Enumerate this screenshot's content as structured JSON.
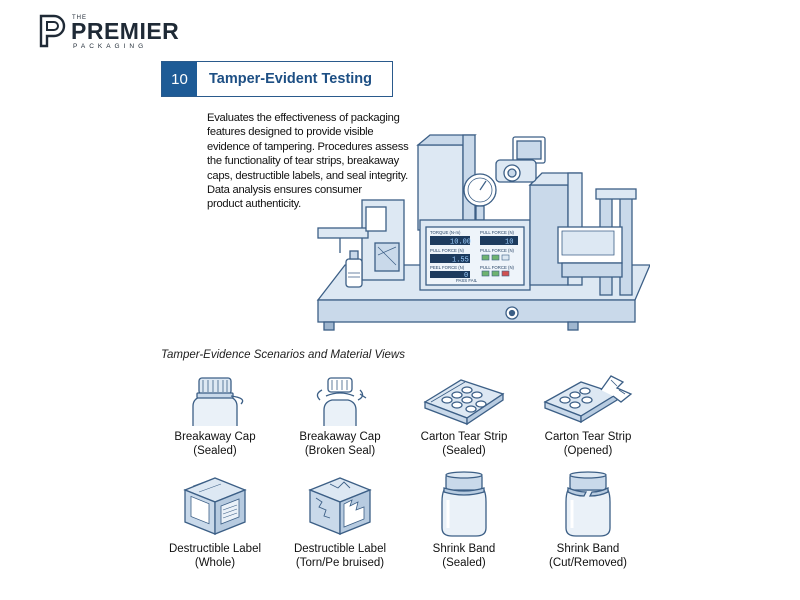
{
  "brand": {
    "small": "THE",
    "name": "PREMIER",
    "sub": "PACKAGING"
  },
  "header": {
    "number": "10",
    "title": "Tamper-Evident Testing"
  },
  "description": [
    "Evaluates the effectiveness of packaging",
    "features designed to provide visible",
    "evidence of tampering. Procedures assess",
    "the functionality of tear strips, breakaway",
    "caps, destructible labels, and seal integrity.",
    "Data analysis ensures consumer",
    "product authenticity."
  ],
  "machine": {
    "panel_labels": [
      "TORQUE (N-m)",
      "PULL FORCE (N)",
      "PULL FORCE (N)",
      "PULL FORCE (N)",
      "PEEL FORCE (N)",
      "PULL FORCE (N)"
    ],
    "readouts": [
      "10.00",
      "10",
      "1.55",
      "0"
    ],
    "footer": "PASS FAIL"
  },
  "section_title": "Tamper-Evidence Scenarios and Material Views",
  "scenarios": [
    {
      "icon": "bottle-cap-sealed-icon",
      "line1": "Breakaway Cap",
      "line2": "(Sealed)"
    },
    {
      "icon": "bottle-cap-broken-icon",
      "line1": "Breakaway Cap",
      "line2": "(Broken Seal)"
    },
    {
      "icon": "carton-sealed-icon",
      "line1": "Carton Tear Strip",
      "line2": "(Sealed)"
    },
    {
      "icon": "carton-opened-icon",
      "line1": "Carton Tear Strip",
      "line2": "(Opened)"
    },
    {
      "icon": "label-whole-icon",
      "line1": "Destructible Label",
      "line2": "(Whole)"
    },
    {
      "icon": "label-torn-icon",
      "line1": "Destructible Label",
      "line2": "(Torn/Pe bruised)"
    },
    {
      "icon": "jar-band-sealed-icon",
      "line1": "Shrink Band",
      "line2": "(Sealed)"
    },
    {
      "icon": "jar-band-cut-icon",
      "line1": "Shrink Band",
      "line2": "(Cut/Removed)"
    }
  ],
  "colors": {
    "accent": "#1e5b96",
    "line": "#3c5f86",
    "fill": "#dde8f3"
  }
}
